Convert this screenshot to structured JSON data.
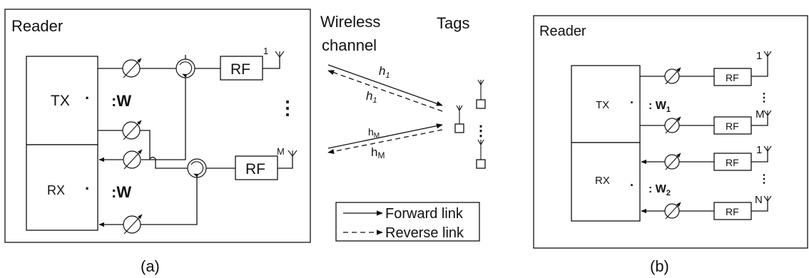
{
  "panel_a": {
    "reader_label": "Reader",
    "tx_label": "TX",
    "rx_label": "RX",
    "dot": "·",
    "weight_tx": ":W",
    "weight_rx": ":W",
    "rf_top": "RF",
    "rf_bottom": "RF",
    "antenna_top_index": "1",
    "antenna_bottom_index": "M",
    "vertical_dots": "⋮",
    "caption": "(a)"
  },
  "channel": {
    "title_line1": "Wireless",
    "title_line2": "channel",
    "tags_label": "Tags",
    "h1_forward": "h",
    "h1_forward_sub": "1",
    "h1_reverse": "h",
    "h1_reverse_sub": "1",
    "hm_forward": "h",
    "hm_forward_sub": "M",
    "hm_reverse": "h",
    "hm_reverse_sub": "M",
    "tag_dots": "⋮",
    "legend": {
      "forward": "Forward link",
      "reverse": "Reverse link"
    }
  },
  "panel_b": {
    "reader_label": "Reader",
    "tx_label": "TX",
    "rx_label": "RX",
    "dot": "·",
    "weight_tx": ": W",
    "weight_tx_sub": "1",
    "weight_rx": ": W",
    "weight_rx_sub": "2",
    "rf_labels": [
      "RF",
      "RF",
      "RF",
      "RF"
    ],
    "antenna_labels": [
      "1",
      "M",
      "1",
      "N"
    ],
    "vertical_dots": "⋮",
    "caption": "(b)"
  }
}
